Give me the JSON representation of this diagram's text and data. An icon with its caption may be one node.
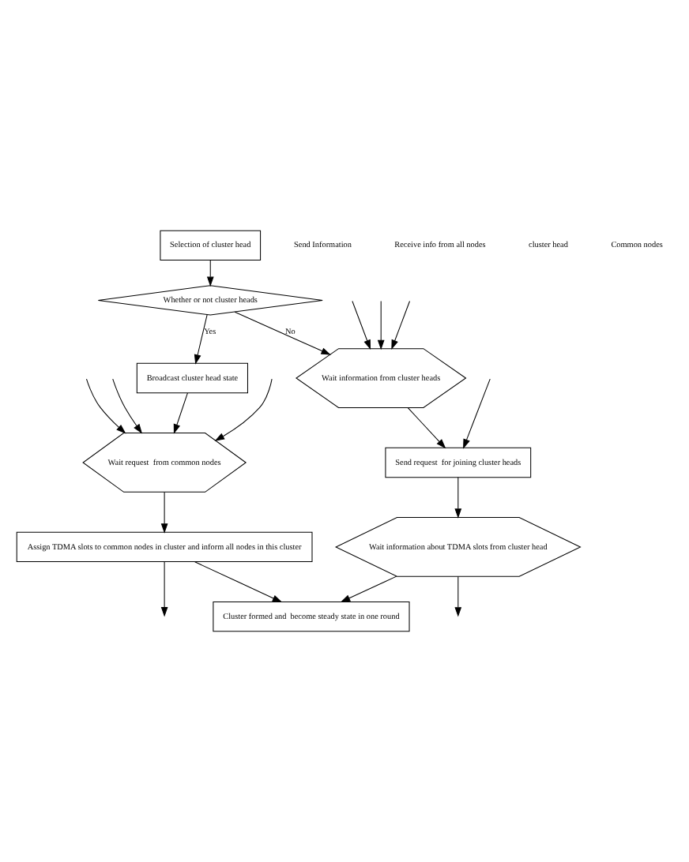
{
  "diagram": {
    "nodes": [
      {
        "text": [
          "Selection of cluster head"
        ]
      },
      {
        "text": [
          "Whether or not cluster heads"
        ]
      },
      {
        "text": [
          "Broadcast cluster head state"
        ]
      },
      {
        "text": [
          "Wait information from cluster heads"
        ]
      },
      {
        "text": [
          "Wait request  from common nodes"
        ]
      },
      {
        "text": [
          "Send request  for joining cluster heads"
        ]
      },
      {
        "text": [
          "Assign TDMA slots to common nodes in cluster and inform all nodes in this cluster"
        ]
      },
      {
        "text": [
          "Wait information about TDMA slots from cluster head"
        ]
      },
      {
        "text": [
          "Cluster formed and  become steady state in one round"
        ]
      }
    ],
    "edges": [
      {
        "from": 0,
        "to": 1,
        "arrow": "to"
      },
      {
        "from": 1,
        "to": 2,
        "arrow": "to",
        "label": "Yes"
      },
      {
        "from": 1,
        "to": 3,
        "arrow": "to",
        "label": "No"
      },
      {
        "from": null,
        "to": 3,
        "arrow": "to"
      },
      {
        "from": null,
        "to": 3,
        "arrow": "to"
      },
      {
        "from": null,
        "to": 3,
        "arrow": "to"
      },
      {
        "from": 2,
        "to": 4,
        "arrow": "to"
      },
      {
        "from": 3,
        "to": 5,
        "arrow": "to"
      },
      {
        "from": null,
        "to": 4,
        "arrow": "to"
      },
      {
        "from": null,
        "to": 4,
        "arrow": "to"
      },
      {
        "from": null,
        "to": 4,
        "arrow": "to"
      },
      {
        "from": null,
        "to": 5,
        "arrow": "to"
      },
      {
        "from": 4,
        "to": 6,
        "arrow": "to"
      },
      {
        "from": 5,
        "to": 7,
        "arrow": "to"
      },
      {
        "from": 6,
        "to": null,
        "arrow": "to"
      },
      {
        "from": 7,
        "to": null,
        "arrow": "to"
      },
      {
        "from": 6,
        "to": 8,
        "arrow": "to"
      },
      {
        "from": 7,
        "to": 8,
        "arrow": "to"
      }
    ],
    "labels": [
      "Send Information",
      "Receive info from all nodes",
      "cluster head",
      "Common nodes"
    ]
  }
}
